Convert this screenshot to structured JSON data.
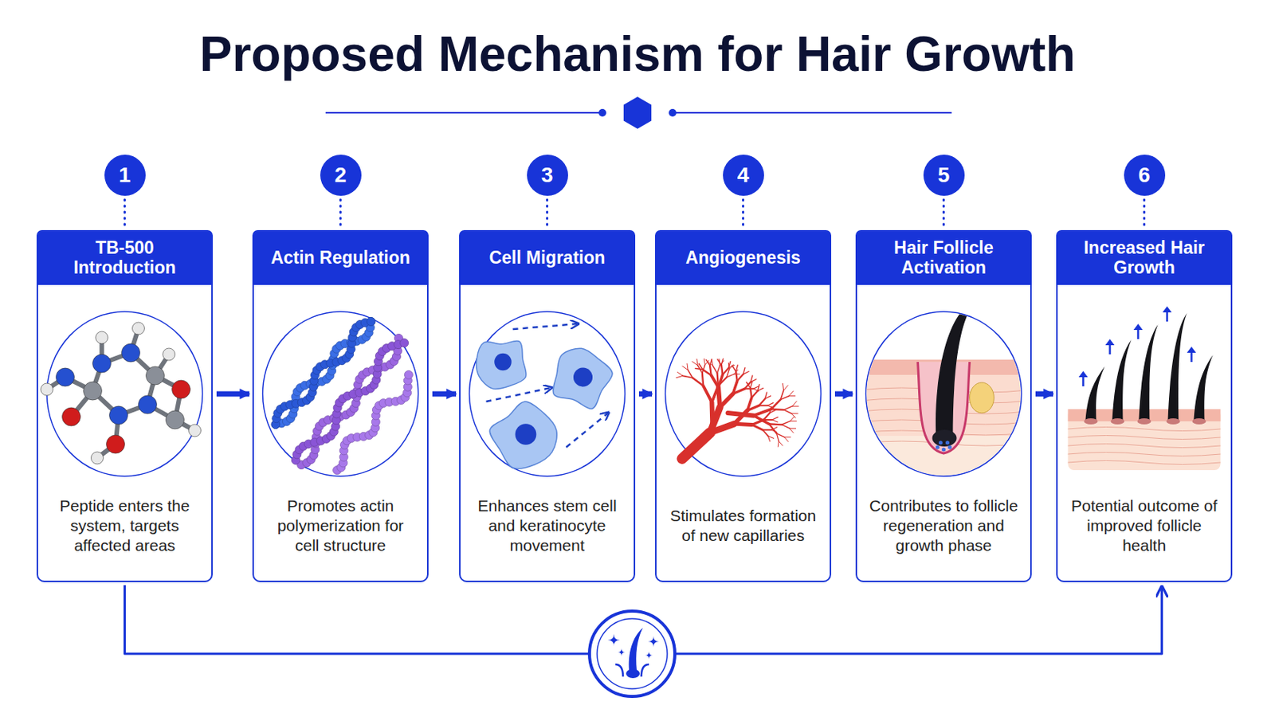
{
  "diagram": {
    "title": "Proposed Mechanism for Hair Growth",
    "nodes": [
      {
        "text": [
          "1"
        ]
      },
      {
        "text": [
          "TB-500 Introduction",
          "Peptide enters the system, targets affected areas"
        ]
      },
      {
        "text": [
          "2"
        ]
      },
      {
        "text": [
          "Actin Regulation",
          "Promotes actin polymerization for cell structure"
        ]
      },
      {
        "text": [
          "3"
        ]
      },
      {
        "text": [
          "Cell Migration",
          "Enhances stem cell and keratinocyte movement"
        ]
      },
      {
        "text": [
          "4"
        ]
      },
      {
        "text": [
          "Angiogenesis",
          "Stimulates formation of new capillaries"
        ]
      },
      {
        "text": [
          "5"
        ]
      },
      {
        "text": [
          "Hair Follicle Activation",
          "Contributes to follicle regeneration and growth phase"
        ]
      },
      {
        "text": [
          "6"
        ]
      },
      {
        "text": [
          "Increased Hair Growth",
          "Potential outcome of improved follicle health"
        ]
      }
    ],
    "edges": [
      {
        "from": 0,
        "to": 1,
        "arrow": "none"
      },
      {
        "from": 2,
        "to": 3,
        "arrow": "none"
      },
      {
        "from": 4,
        "to": 5,
        "arrow": "none"
      },
      {
        "from": 6,
        "to": 7,
        "arrow": "none"
      },
      {
        "from": 8,
        "to": 9,
        "arrow": "none"
      },
      {
        "from": 10,
        "to": 11,
        "arrow": "none"
      },
      {
        "from": 1,
        "to": 3,
        "arrow": "to"
      },
      {
        "from": 3,
        "to": 5,
        "arrow": "to"
      },
      {
        "from": 5,
        "to": 7,
        "arrow": "to"
      },
      {
        "from": 7,
        "to": 9,
        "arrow": "to"
      },
      {
        "from": 9,
        "to": 11,
        "arrow": "to"
      },
      {
        "from": 1,
        "to": 11,
        "arrow": "to"
      }
    ]
  }
}
